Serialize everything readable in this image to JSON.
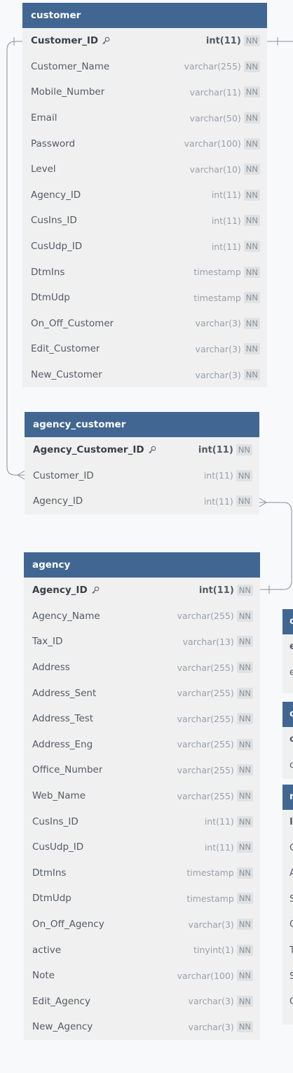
{
  "tables": {
    "customer": {
      "title": "customer",
      "columns": [
        {
          "name": "Customer_ID",
          "type": "int(11)",
          "nn": "NN",
          "pk": true
        },
        {
          "name": "Customer_Name",
          "type": "varchar(255)",
          "nn": "NN"
        },
        {
          "name": "Mobile_Number",
          "type": "varchar(11)",
          "nn": "NN"
        },
        {
          "name": "Email",
          "type": "varchar(50)",
          "nn": "NN"
        },
        {
          "name": "Password",
          "type": "varchar(100)",
          "nn": "NN"
        },
        {
          "name": "Level",
          "type": "varchar(10)",
          "nn": "NN"
        },
        {
          "name": "Agency_ID",
          "type": "int(11)",
          "nn": "NN"
        },
        {
          "name": "CusIns_ID",
          "type": "int(11)",
          "nn": "NN"
        },
        {
          "name": "CusUdp_ID",
          "type": "int(11)",
          "nn": "NN"
        },
        {
          "name": "DtmIns",
          "type": "timestamp",
          "nn": "NN"
        },
        {
          "name": "DtmUdp",
          "type": "timestamp",
          "nn": "NN"
        },
        {
          "name": "On_Off_Customer",
          "type": "varchar(3)",
          "nn": "NN"
        },
        {
          "name": "Edit_Customer",
          "type": "varchar(3)",
          "nn": "NN"
        },
        {
          "name": "New_Customer",
          "type": "varchar(3)",
          "nn": "NN"
        }
      ]
    },
    "agency_customer": {
      "title": "agency_customer",
      "columns": [
        {
          "name": "Agency_Customer_ID",
          "type": "int(11)",
          "nn": "NN",
          "pk": true
        },
        {
          "name": "Customer_ID",
          "type": "int(11)",
          "nn": "NN"
        },
        {
          "name": "Agency_ID",
          "type": "int(11)",
          "nn": "NN"
        }
      ]
    },
    "agency": {
      "title": "agency",
      "columns": [
        {
          "name": "Agency_ID",
          "type": "int(11)",
          "nn": "NN",
          "pk": true
        },
        {
          "name": "Agency_Name",
          "type": "varchar(255)",
          "nn": "NN"
        },
        {
          "name": "Tax_ID",
          "type": "varchar(13)",
          "nn": "NN"
        },
        {
          "name": "Address",
          "type": "varchar(255)",
          "nn": "NN"
        },
        {
          "name": "Address_Sent",
          "type": "varchar(255)",
          "nn": "NN"
        },
        {
          "name": "Address_Test",
          "type": "varchar(255)",
          "nn": "NN"
        },
        {
          "name": "Address_Eng",
          "type": "varchar(255)",
          "nn": "NN"
        },
        {
          "name": "Office_Number",
          "type": "varchar(255)",
          "nn": "NN"
        },
        {
          "name": "Web_Name",
          "type": "varchar(255)",
          "nn": "NN"
        },
        {
          "name": "CusIns_ID",
          "type": "int(11)",
          "nn": "NN"
        },
        {
          "name": "CusUdp_ID",
          "type": "int(11)",
          "nn": "NN"
        },
        {
          "name": "DtmIns",
          "type": "timestamp",
          "nn": "NN"
        },
        {
          "name": "DtmUdp",
          "type": "timestamp",
          "nn": "NN"
        },
        {
          "name": "On_Off_Agency",
          "type": "varchar(3)",
          "nn": "NN"
        },
        {
          "name": "active",
          "type": "tinyint(1)",
          "nn": "NN"
        },
        {
          "name": "Note",
          "type": "varchar(100)",
          "nn": "NN"
        },
        {
          "name": "Edit_Agency",
          "type": "varchar(3)",
          "nn": "NN"
        },
        {
          "name": "New_Agency",
          "type": "varchar(3)",
          "nn": "NN"
        }
      ]
    }
  },
  "partial_tables": [
    {
      "title": "c",
      "rows": [
        "e",
        "e",
        "e"
      ]
    },
    {
      "title": "c",
      "rows": [
        "c",
        "c"
      ]
    },
    {
      "title": "r",
      "rows": [
        "I",
        "C",
        "A",
        "S",
        "C",
        "T",
        "S",
        "C"
      ]
    }
  ],
  "colors": {
    "header": "#416692",
    "body": "#f0f0f1",
    "canvas": "#f8f9fa",
    "line": "#8a8f95"
  }
}
